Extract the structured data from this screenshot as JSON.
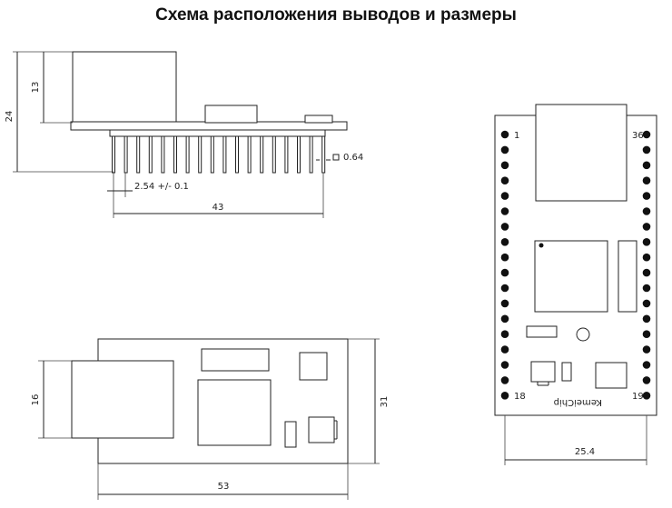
{
  "title": "Схема расположения выводов и размеры",
  "side_view": {
    "height_total": "24",
    "height_connector": "13",
    "pin_width": "0.64",
    "pin_pitch": "2.54 +/- 0.1",
    "length": "43"
  },
  "top_view": {
    "height_connector": "16",
    "height_board": "31",
    "length": "53"
  },
  "pinout_view": {
    "pin_1": "1",
    "pin_36": "36",
    "pin_18": "18",
    "pin_19": "19",
    "brand": "KemeiChip",
    "width": "25.4"
  }
}
